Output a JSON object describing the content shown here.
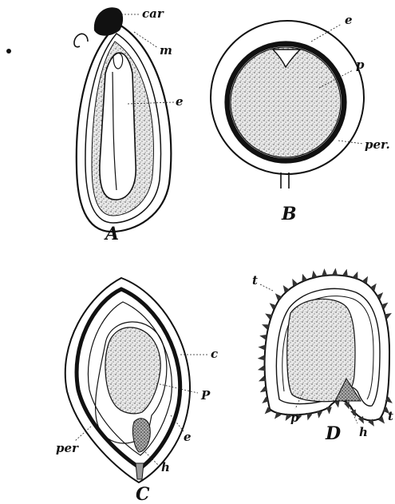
{
  "figures": [
    {
      "id": "A",
      "caption": "A",
      "labels": {
        "car": "car",
        "m": "m",
        "e": "e"
      }
    },
    {
      "id": "B",
      "caption": "B",
      "labels": {
        "e": "e",
        "p": "p",
        "per": "per."
      }
    },
    {
      "id": "C",
      "caption": "C",
      "labels": {
        "c": "c",
        "p": "P",
        "e": "e",
        "per": "per",
        "h": "h"
      }
    },
    {
      "id": "D",
      "caption": "D",
      "labels": {
        "t_top": "t",
        "t_right": "t",
        "p": "p",
        "h": "h"
      }
    }
  ]
}
